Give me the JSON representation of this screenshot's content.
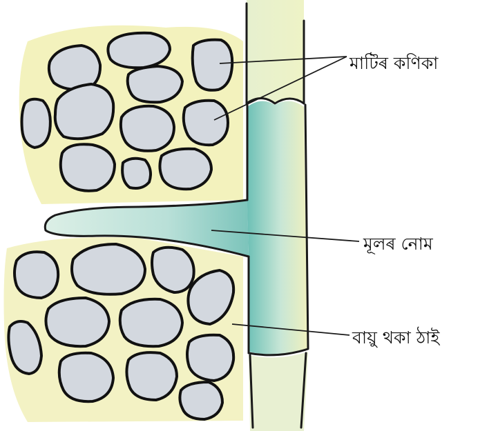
{
  "labels": {
    "soil_particles": "মাটিৰ কণিকা",
    "root_hair": "মূলৰ নোম",
    "air_space": "বায়ু থকা ঠাই"
  },
  "colors": {
    "background": "#ffffff",
    "soil_yellow": "#f2f1b5",
    "particle_fill": "#d3d8df",
    "particle_outline": "#111111",
    "root_cell": "#d9ecd6",
    "root_hair_teal": "#5fb8b0",
    "line": "#1a1a1a"
  }
}
